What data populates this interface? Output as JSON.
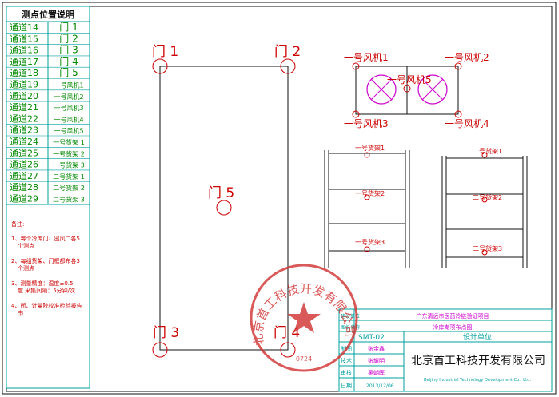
{
  "legend": {
    "title": "测点位置说明",
    "rows": [
      {
        "channel": "通道14",
        "point": "门 1"
      },
      {
        "channel": "通道15",
        "point": "门 2"
      },
      {
        "channel": "通道16",
        "point": "门 3"
      },
      {
        "channel": "通道17",
        "point": "门 4"
      },
      {
        "channel": "通道18",
        "point": "门 5"
      },
      {
        "channel": "通道19",
        "point": "一号风机1"
      },
      {
        "channel": "通道20",
        "point": "一号风机2"
      },
      {
        "channel": "通道21",
        "point": "一号风机3"
      },
      {
        "channel": "通道22",
        "point": "一号风机4"
      },
      {
        "channel": "通道23",
        "point": "一号风机5"
      },
      {
        "channel": "通道24",
        "point": "一号货架 1"
      },
      {
        "channel": "通道25",
        "point": "一号货架 2"
      },
      {
        "channel": "通道26",
        "point": "一号货架 3"
      },
      {
        "channel": "通道27",
        "point": "二号货架 1"
      },
      {
        "channel": "通道28",
        "point": "二号货架 2"
      },
      {
        "channel": "通道29",
        "point": "二号货架 3"
      }
    ]
  },
  "notes": {
    "title": "备注:",
    "items": [
      "1、每个冷库门、出风口各5个测点",
      "2、每组货架、门框都布各3个测点",
      "3、测量精度：温度±0.5度 采集间隔：5分钟/次",
      "4、所、计量院校准检验报告书"
    ]
  },
  "doors": [
    "门 1",
    "门 2",
    "门 3",
    "门 4",
    "门 5"
  ],
  "fans": [
    "一号风机1",
    "一号风机2",
    "一号风机3",
    "一号风机4",
    "一号风机5"
  ],
  "shelf1": [
    "一号货架1",
    "一号货架2",
    "一号货架3"
  ],
  "shelf2": [
    "二号货架1",
    "二号货架2",
    "二号货架3"
  ],
  "stamp": {
    "text": "北京首工科技开发有限公司",
    "code": "0724"
  },
  "titleblock": {
    "unit_label": "建设单位",
    "unit_value": "广东清远市医药冷链验证项目",
    "drawing_label": "图纸名称",
    "drawing_value": "冷库专项布点图",
    "number": "SMT-02",
    "design_unit": "设计单位",
    "roles": [
      {
        "label": "制图",
        "name": "张金鑫"
      },
      {
        "label": "技术",
        "name": "张耀明"
      },
      {
        "label": "审核",
        "name": "吴朝晖"
      },
      {
        "label": "日期",
        "name": "2013/12/06"
      }
    ],
    "company_cn": "北京首工科技开发有限公司",
    "company_en": "Beijing Industrial Technology Development Co., Ltd."
  },
  "colors": {
    "frame": "#111111",
    "green": "#00a000",
    "red": "#cc0000",
    "magenta": "#cc00cc",
    "cyan": "#00a0a0",
    "stamp": "#d03030"
  }
}
